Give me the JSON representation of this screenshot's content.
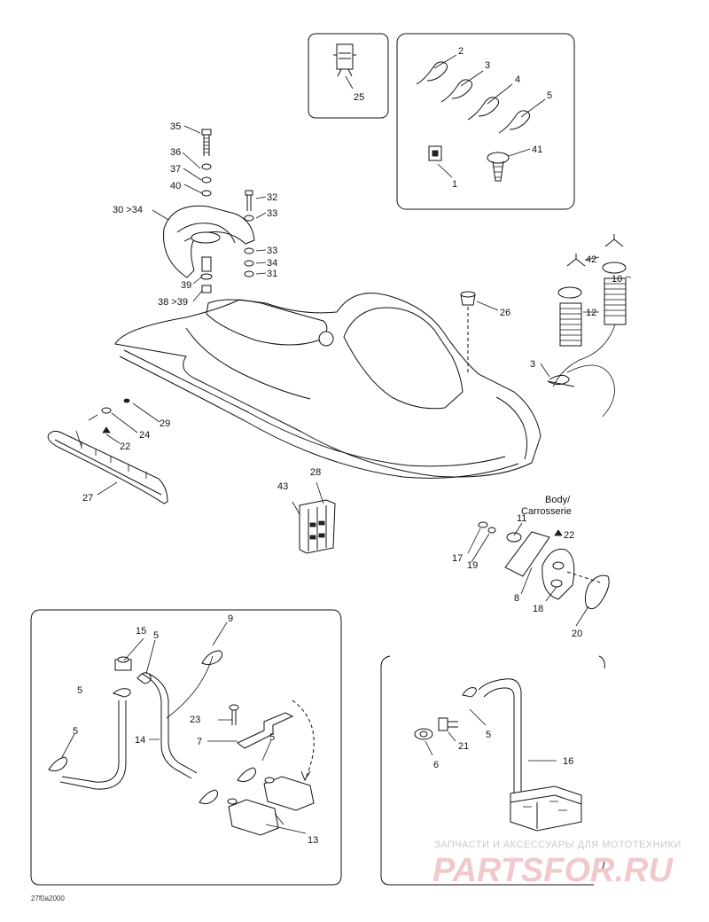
{
  "diagram": {
    "callouts": [
      {
        "id": "c25",
        "text": "25"
      },
      {
        "id": "c2",
        "text": "2"
      },
      {
        "id": "c3a",
        "text": "3"
      },
      {
        "id": "c4",
        "text": "4"
      },
      {
        "id": "c5a",
        "text": "5"
      },
      {
        "id": "c41",
        "text": "41"
      },
      {
        "id": "c1",
        "text": "1"
      },
      {
        "id": "c35",
        "text": "35"
      },
      {
        "id": "c36",
        "text": "36"
      },
      {
        "id": "c37",
        "text": "37"
      },
      {
        "id": "c40",
        "text": "40"
      },
      {
        "id": "c32",
        "text": "32"
      },
      {
        "id": "c33a",
        "text": "33"
      },
      {
        "id": "c3034",
        "text": "30 >34"
      },
      {
        "id": "c33b",
        "text": "33"
      },
      {
        "id": "c34",
        "text": "34"
      },
      {
        "id": "c31",
        "text": "31"
      },
      {
        "id": "c39",
        "text": "39"
      },
      {
        "id": "c3839",
        "text": "38 >39"
      },
      {
        "id": "c26",
        "text": "26"
      },
      {
        "id": "c42",
        "text": "42"
      },
      {
        "id": "c10",
        "text": "10"
      },
      {
        "id": "c12",
        "text": "12"
      },
      {
        "id": "c3b",
        "text": "3"
      },
      {
        "id": "c29",
        "text": "29"
      },
      {
        "id": "c24",
        "text": "24"
      },
      {
        "id": "c22a",
        "text": "22"
      },
      {
        "id": "c27",
        "text": "27"
      },
      {
        "id": "c28",
        "text": "28"
      },
      {
        "id": "c43",
        "text": "43"
      },
      {
        "id": "cbody1",
        "text": "Body/"
      },
      {
        "id": "cbody2",
        "text": "Carrosserie"
      },
      {
        "id": "c11",
        "text": "11"
      },
      {
        "id": "c22b",
        "text": "22"
      },
      {
        "id": "c17",
        "text": "17"
      },
      {
        "id": "c19",
        "text": "19"
      },
      {
        "id": "c8",
        "text": "8"
      },
      {
        "id": "c18",
        "text": "18"
      },
      {
        "id": "c20",
        "text": "20"
      },
      {
        "id": "c15",
        "text": "15"
      },
      {
        "id": "c5b",
        "text": "5"
      },
      {
        "id": "c9",
        "text": "9"
      },
      {
        "id": "c5c",
        "text": "5"
      },
      {
        "id": "c5d",
        "text": "5"
      },
      {
        "id": "c23",
        "text": "23"
      },
      {
        "id": "c7",
        "text": "7"
      },
      {
        "id": "c14",
        "text": "14"
      },
      {
        "id": "c5e",
        "text": "5"
      },
      {
        "id": "c13",
        "text": "13"
      },
      {
        "id": "c5f",
        "text": "5"
      },
      {
        "id": "c21",
        "text": "21"
      },
      {
        "id": "c6",
        "text": "6"
      },
      {
        "id": "c16",
        "text": "16"
      }
    ],
    "drawing_code": "27f0a2000"
  },
  "watermark": {
    "line1": "ЗАПЧАСТИ И АКСЕССУАРЫ ДЛЯ МОТОТЕХНИКИ",
    "line2": "PARTSFOR.RU"
  }
}
